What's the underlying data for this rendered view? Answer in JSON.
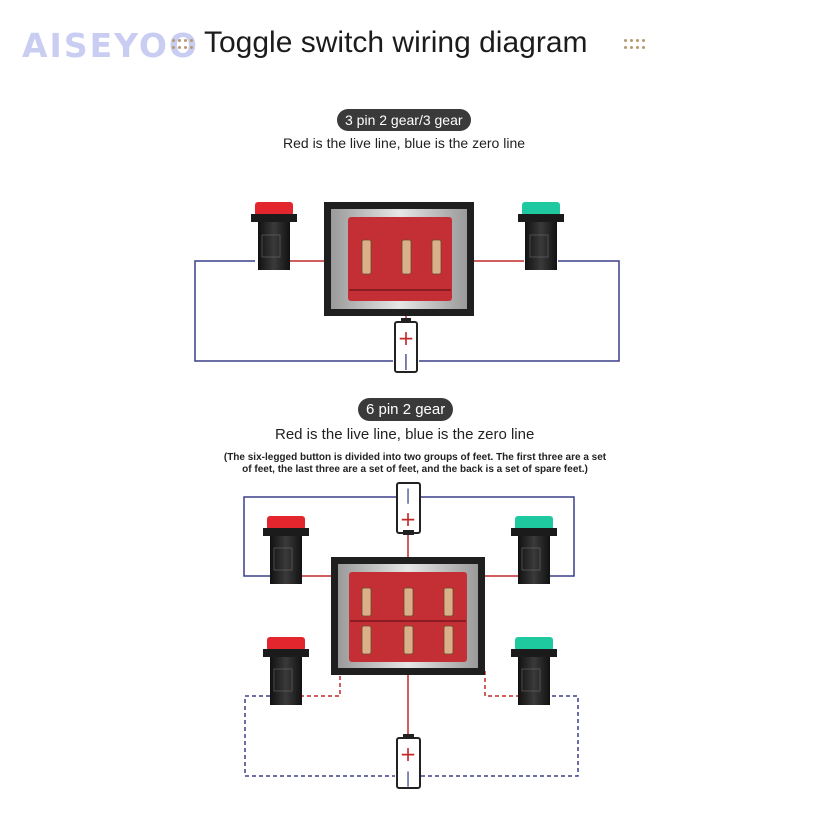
{
  "header": {
    "brand": "AISEYOO",
    "title": "Toggle switch wiring diagram"
  },
  "section1": {
    "badge": "3 pin 2 gear/3 gear",
    "caption": "Red is the live line, blue is the zero line"
  },
  "section2": {
    "badge": "6 pin 2 gear",
    "caption": "Red is the live line, blue is the zero line",
    "note_line1": "(The six-legged button is divided into two groups of feet. The first three are a set",
    "note_line2": "of feet, the last three are a set of feet, and the back is a set of spare feet.)"
  },
  "battery": {
    "plus": "+",
    "minus": "|"
  },
  "colors": {
    "live_wire": "#c22a2a",
    "zero_wire": "#3c3f8c",
    "switch_body": "#c42e35",
    "switch_frame": "#1f1f1f",
    "red_lamp": "#e3262e",
    "green_lamp": "#1fc9a0"
  }
}
